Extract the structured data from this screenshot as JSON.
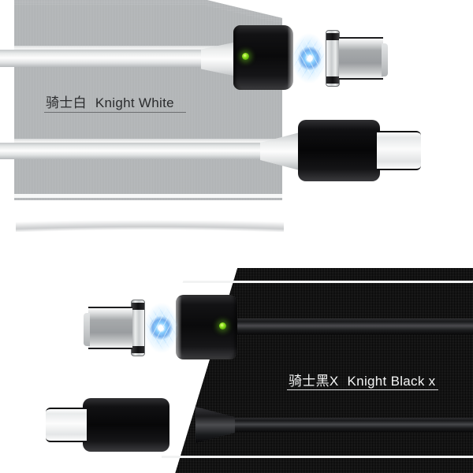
{
  "product": {
    "type": "magnetic-usb-c-charging-cable",
    "variants": [
      {
        "id": "knight-white",
        "name_cn": "骑士白",
        "name_en": "Knight White",
        "cable_color": "#f2f3f4",
        "background_panel_color": "#b7babc",
        "text_color": "#2b2c2e",
        "connector_head_color": "#0a0a0b",
        "led_color": "#8ae01c",
        "spark_color": "#4aa8f0",
        "magnetic_tip_color": "#c9ccce"
      },
      {
        "id": "knight-black-x",
        "name_cn": "骑士黑X",
        "name_en": "Knight Black x",
        "cable_color": "#1a1b1d",
        "background_panel_color": "#121212",
        "text_color": "#f4f5f5",
        "connector_head_color": "#0a0a0b",
        "led_color": "#8ae01c",
        "spark_color": "#4aa8f0",
        "magnetic_tip_color": "#c9ccce"
      }
    ]
  },
  "panels": {
    "top": {
      "label_cn": "骑士白",
      "label_en": "Knight White",
      "background": "#b7babc",
      "items": {
        "magnetic_head": "magnetic-connector-head",
        "led": "charging-led-indicator",
        "spark": "magnetic-attraction-spark",
        "tip": "usb-c-magnetic-tip",
        "plug": "usb-c-plug"
      }
    },
    "bottom": {
      "label_cn": "骑士黑X",
      "label_en": "Knight Black x",
      "background": "#121212",
      "items": {
        "magnetic_head": "magnetic-connector-head",
        "led": "charging-led-indicator",
        "spark": "magnetic-attraction-spark",
        "tip": "usb-c-magnetic-tip",
        "plug": "usb-c-plug"
      }
    }
  },
  "colors": {
    "page_background": "#ffffff",
    "grey_panel": "#b7babc",
    "black_panel": "#121212",
    "stripe_light": "#f2f3f3",
    "led_green": "#8ae01c",
    "spark_blue": "#4aa8f0",
    "silver": "#c9ccce"
  }
}
